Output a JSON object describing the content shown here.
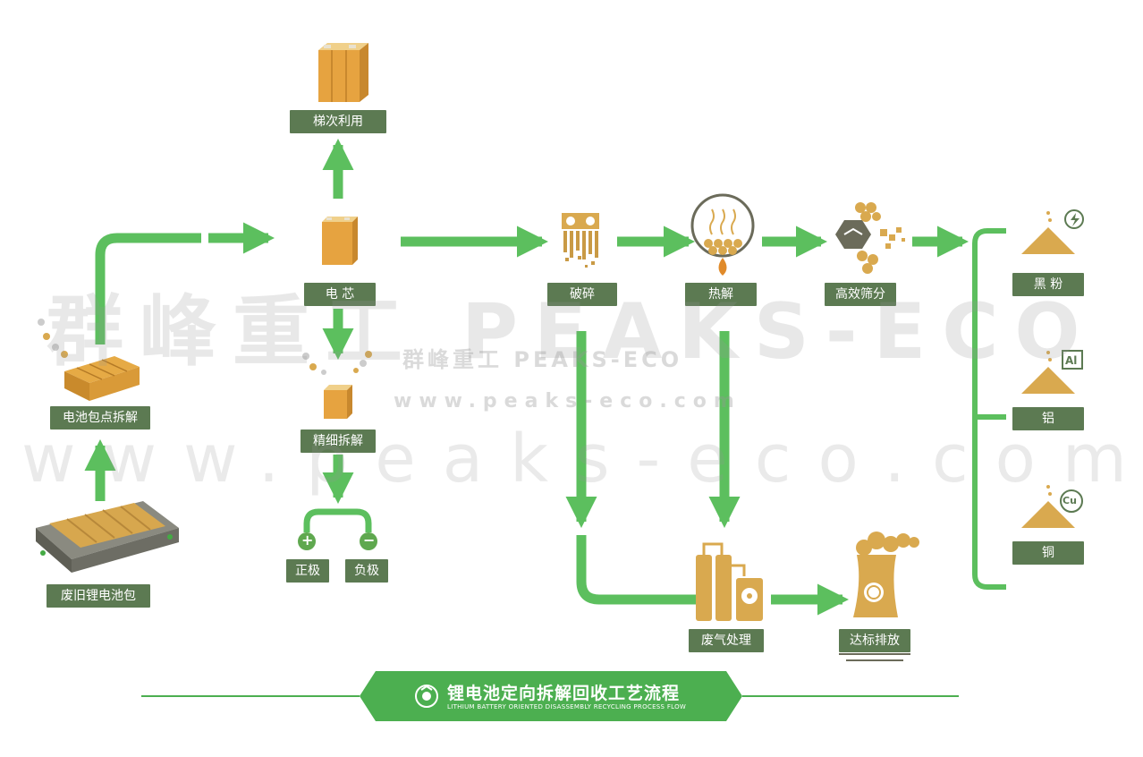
{
  "labels": {
    "waste_pack": "废旧锂电池包",
    "pack_disassembly": "电池包点拆解",
    "cell": "电 芯",
    "cascade_use": "梯次利用",
    "fine_disassembly": "精细拆解",
    "cathode": "正极",
    "anode": "负极",
    "crushing": "破碎",
    "pyrolysis": "热解",
    "screening": "高效筛分",
    "black_powder": "黑 粉",
    "aluminum": "铝",
    "copper": "铜",
    "exhaust_treatment": "废气处理",
    "emission": "达标排放"
  },
  "symbols": {
    "plus": "+",
    "minus": "−",
    "al": "Al",
    "cu": "Cu"
  },
  "banner": {
    "title": "锂电池定向拆解回收工艺流程",
    "subtitle": "LITHIUM BATTERY ORIENTED DISASSEMBLY RECYCLING PROCESS FLOW"
  },
  "watermark": {
    "brand_large": "群峰重工 PEAKS-ECO",
    "url_large": "www.peaks-eco.com",
    "brand_small": "群峰重工 PEAKS-ECO",
    "url_small": "www.peaks-eco.com"
  },
  "colors": {
    "arrow_green": "#5cbf5e",
    "label_bg": "#5c7a52",
    "icon_gold": "#d6a74a",
    "icon_orange": "#e29a3a",
    "banner_green": "#4caf50"
  }
}
